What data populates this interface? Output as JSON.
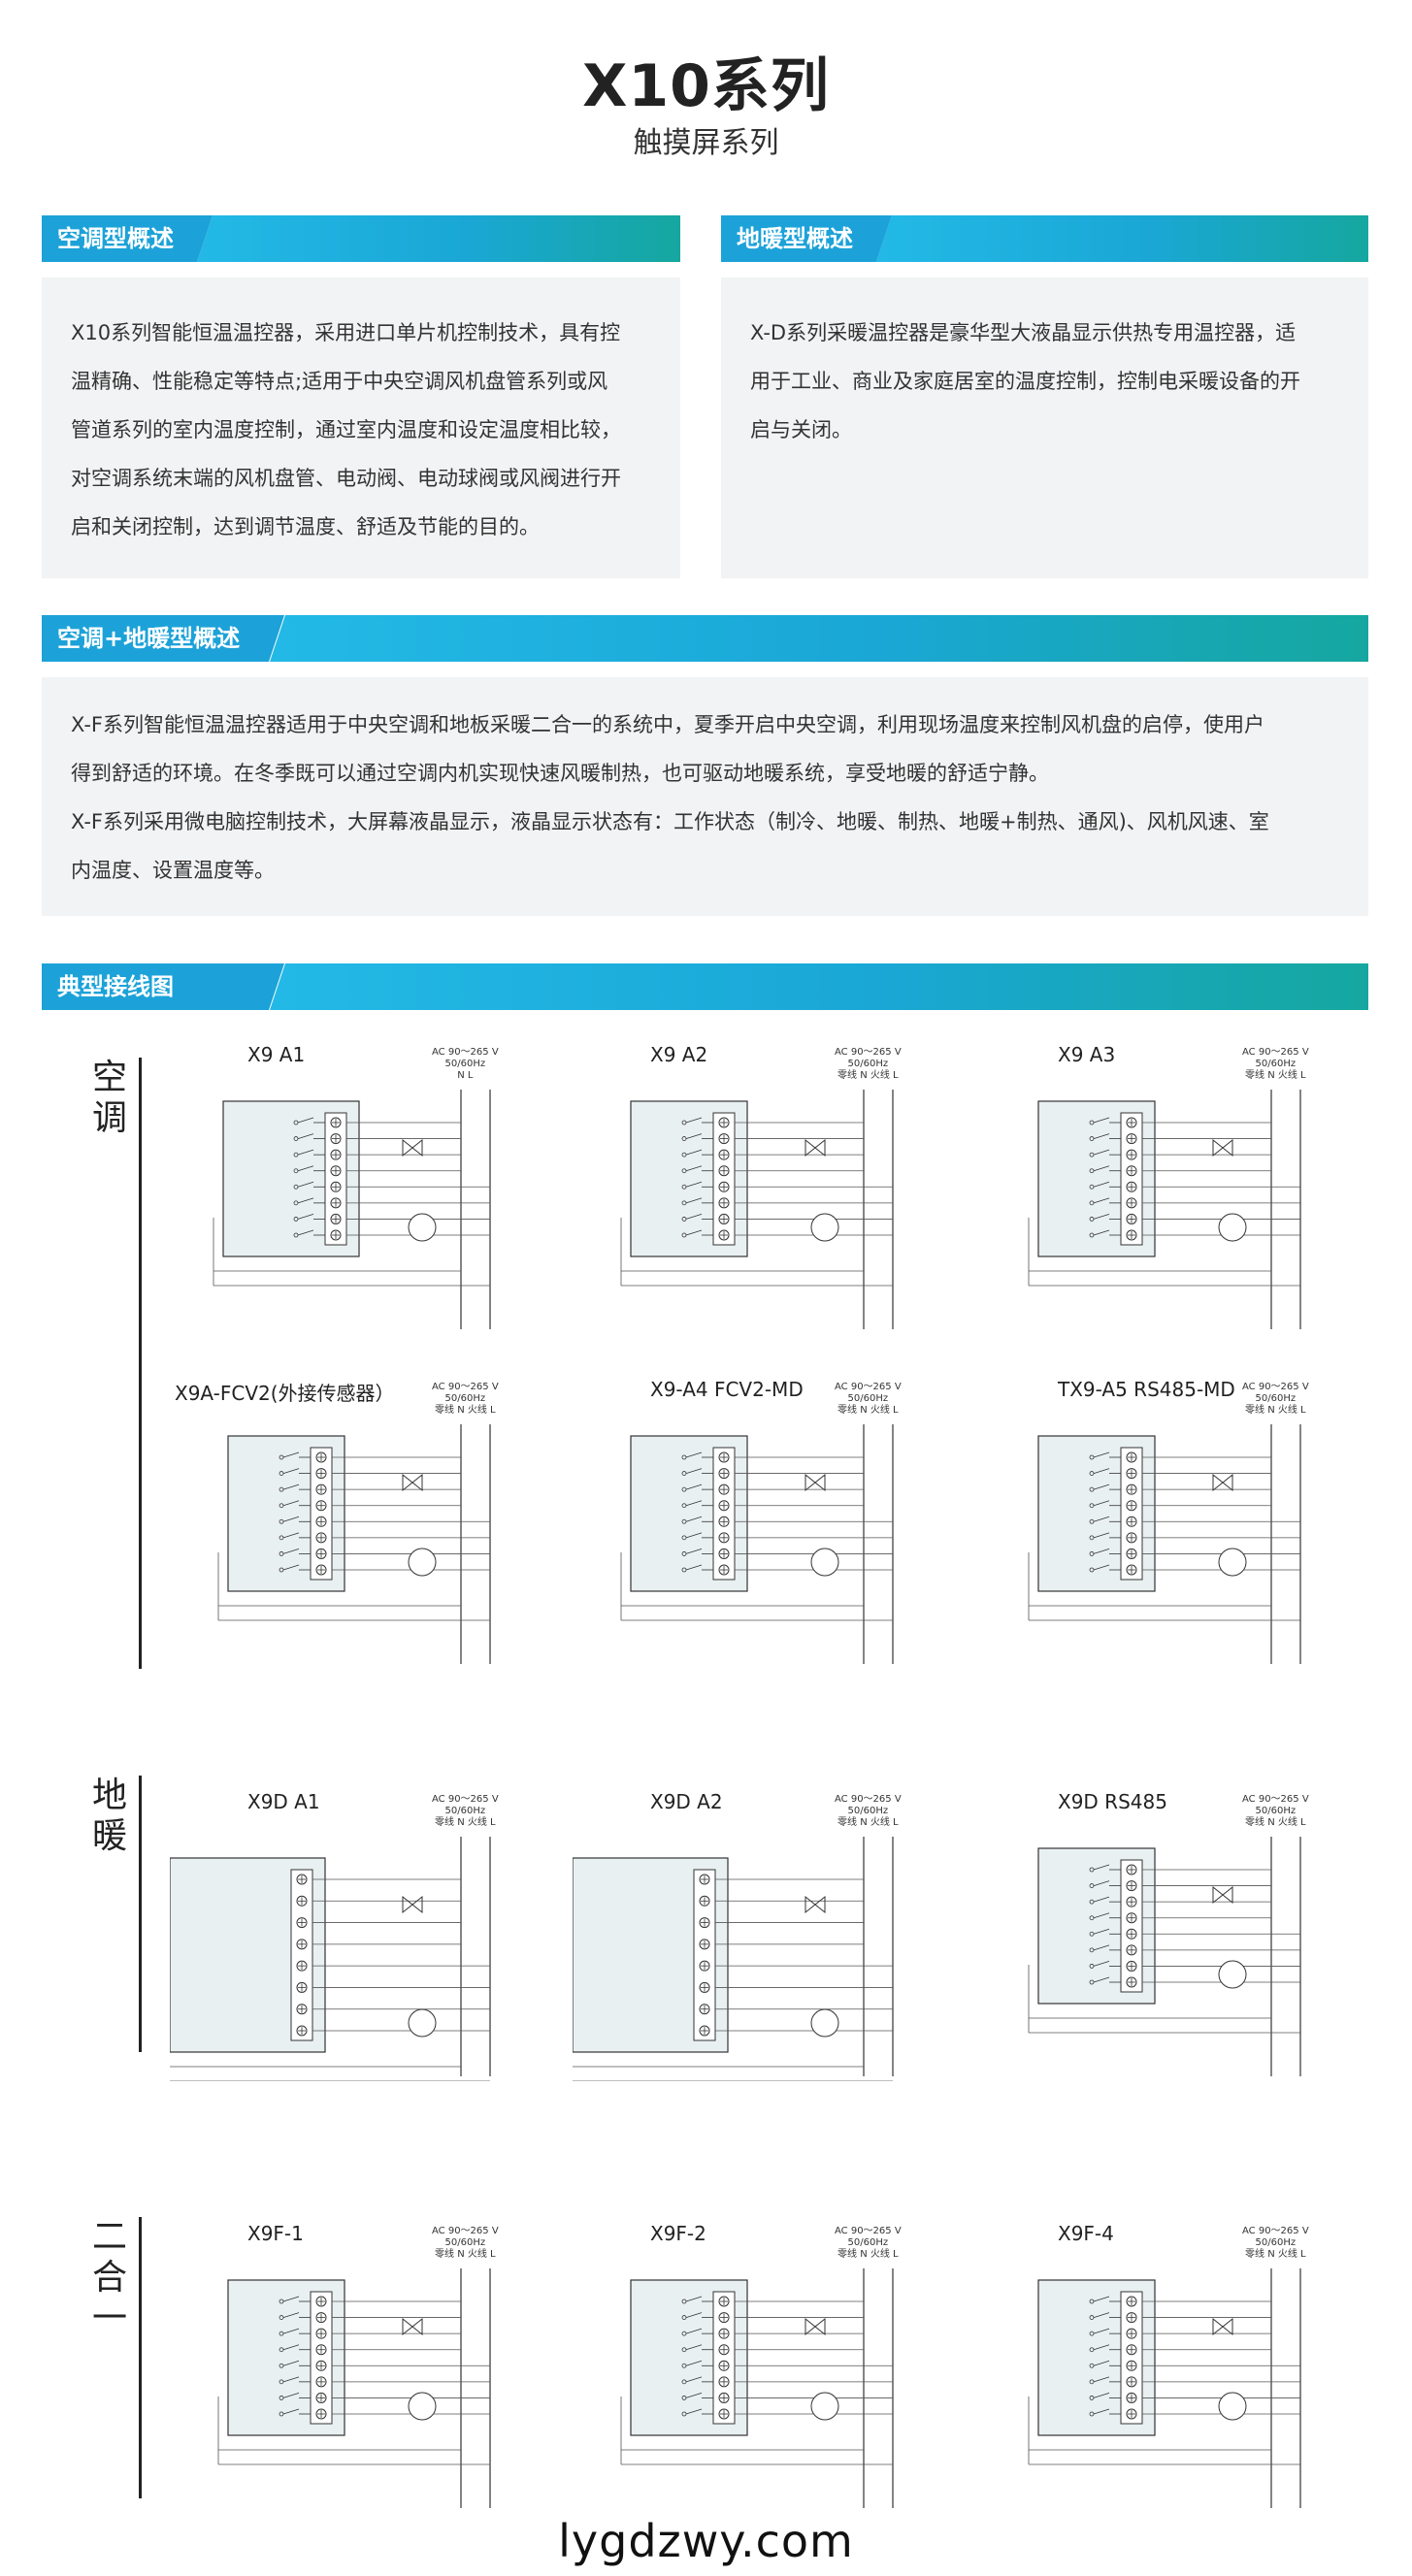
{
  "header": {
    "title": "X10系列",
    "subtitle": "触摸屏系列"
  },
  "sections": {
    "ac": {
      "label": "空调型概述",
      "lines": [
        "X10系列智能恒温温控器，采用进口单片机控制技术，具有控",
        "温精确、性能稳定等特点;适用于中央空调风机盘管系列或风",
        "管道系列的室内温度控制，通过室内温度和设定温度相比较，",
        "对空调系统末端的风机盘管、电动阀、电动球阀或风阀进行开",
        "启和关闭控制，达到调节温度、舒适及节能的目的。"
      ]
    },
    "floor": {
      "label": "地暖型概述",
      "lines": [
        "X-D系列采暖温控器是豪华型大液晶显示供热专用温控器，适",
        "用于工业、商业及家庭居室的温度控制，控制电采暖设备的开",
        "启与关闭。"
      ]
    },
    "combo": {
      "label": "空调+地暖型概述",
      "lines": [
        "X-F系列智能恒温温控器适用于中央空调和地板采暖二合一的系统中，夏季开启中央空调，利用现场温度来控制风机盘的启停，使用户",
        "得到舒适的环境。在冬季既可以通过空调内机实现快速风暖制热，也可驱动地暖系统，享受地暖的舒适宁静。",
        "X-F系列采用微电脑控制技术，大屏幕液晶显示，液晶显示状态有：工作状态（制冷、地暖、制热、地暖+制热、通风)、风机风速、室",
        "内温度、设置温度等。"
      ]
    },
    "wiring": {
      "label": "典型接线图"
    }
  },
  "rows": [
    {
      "label": "空调"
    },
    {
      "label": "地暖"
    },
    {
      "label": "二合一"
    }
  ],
  "diagrams": [
    {
      "title": "X9  A1",
      "power1": "AC 90～265 V",
      "power2": "50/60Hz",
      "power3": "N L"
    },
    {
      "title": "X9  A2",
      "power1": "AC 90～265 V",
      "power2": "50/60Hz",
      "power3": "零线 N    火线 L"
    },
    {
      "title": "X9  A3",
      "power1": "AC 90～265 V",
      "power2": "50/60Hz",
      "power3": "零线 N    火线 L"
    },
    {
      "title": "X9A-FCV2(外接传感器）",
      "power1": "AC 90～265 V",
      "power2": "50/60Hz",
      "power3": "零线 N    火线 L"
    },
    {
      "title": "X9-A4 FCV2-MD",
      "power1": "AC 90～265 V",
      "power2": "50/60Hz",
      "power3": "零线 N    火线 L"
    },
    {
      "title": "TX9-A5 RS485-MD",
      "power1": "AC 90～265 V",
      "power2": "50/60Hz",
      "power3": "零线 N    火线 L"
    },
    {
      "title": "X9D  A1",
      "power1": "AC 90～265 V",
      "power2": "50/60Hz",
      "power3": "零线 N    火线 L"
    },
    {
      "title": "X9D  A2",
      "power1": "AC 90～265 V",
      "power2": "50/60Hz",
      "power3": "零线 N    火线 L"
    },
    {
      "title": "X9D  RS485",
      "power1": "AC 90～265 V",
      "power2": "50/60Hz",
      "power3": "零线 N    火线 L"
    },
    {
      "title": "X9F-1",
      "power1": "AC 90～265 V",
      "power2": "50/60Hz",
      "power3": "零线 N    火线 L"
    },
    {
      "title": "X9F-2",
      "power1": "AC 90～265 V",
      "power2": "50/60Hz",
      "power3": "零线 N    火线 L"
    },
    {
      "title": "X9F-4",
      "power1": "AC 90～265 V",
      "power2": "50/60Hz",
      "power3": "零线 N    火线 L"
    }
  ],
  "footer": {
    "site": "lygdzwy.com"
  },
  "colors": {
    "accent": "#1ca2d8",
    "panel": "#f2f3f4",
    "device": "#e9f0f2"
  }
}
